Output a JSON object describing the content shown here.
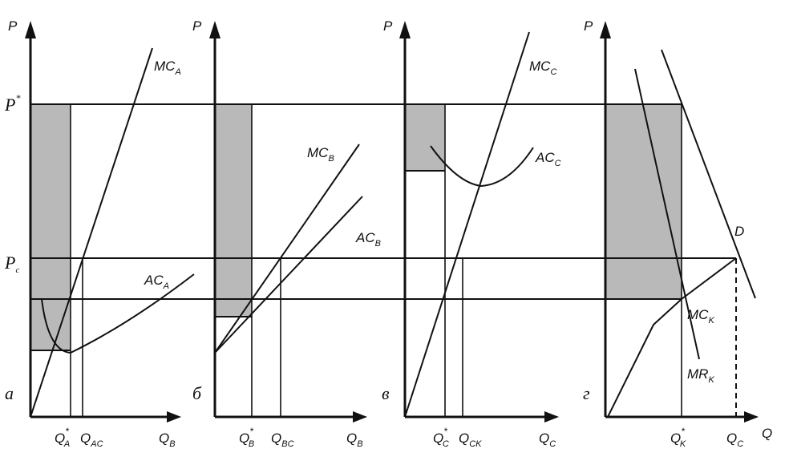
{
  "axis_p": "P",
  "axis_q": "Q",
  "p_star": "P",
  "p_star_mark": "*",
  "p_c_main": "P",
  "p_c_sub": "c",
  "panels": {
    "a": {
      "letter": "a",
      "mc_main": "MC",
      "mc_sub": "A",
      "ac_main": "AC",
      "ac_sub": "A",
      "q1_main": "Q",
      "q1_sub": "A",
      "q1_sup": "*",
      "q2_main": "Q",
      "q2_sub": "AC",
      "q3_main": "Q",
      "q3_sub": "B"
    },
    "b": {
      "letter": "б",
      "mc_main": "MC",
      "mc_sub": "B",
      "ac_main": "AC",
      "ac_sub": "B",
      "q1_main": "Q",
      "q1_sub": "B",
      "q1_sup": "*",
      "q2_main": "Q",
      "q2_sub": "BC",
      "q3_main": "Q",
      "q3_sub": "B"
    },
    "c": {
      "letter": "в",
      "mc_main": "MC",
      "mc_sub": "C",
      "ac_main": "AC",
      "ac_sub": "C",
      "q1_main": "Q",
      "q1_sub": "C",
      "q1_sup": "*",
      "q2_main": "Q",
      "q2_sub": "CK",
      "q3_main": "Q",
      "q3_sub": "C"
    },
    "d": {
      "letter": "г",
      "d_label": "D",
      "mc_main": "MC",
      "mc_sub": "K",
      "mr_main": "MR",
      "mr_sub": "K",
      "q1_main": "Q",
      "q1_sub": "K",
      "q1_sup": "*",
      "q2_main": "Q",
      "q2_sub": "C"
    }
  }
}
